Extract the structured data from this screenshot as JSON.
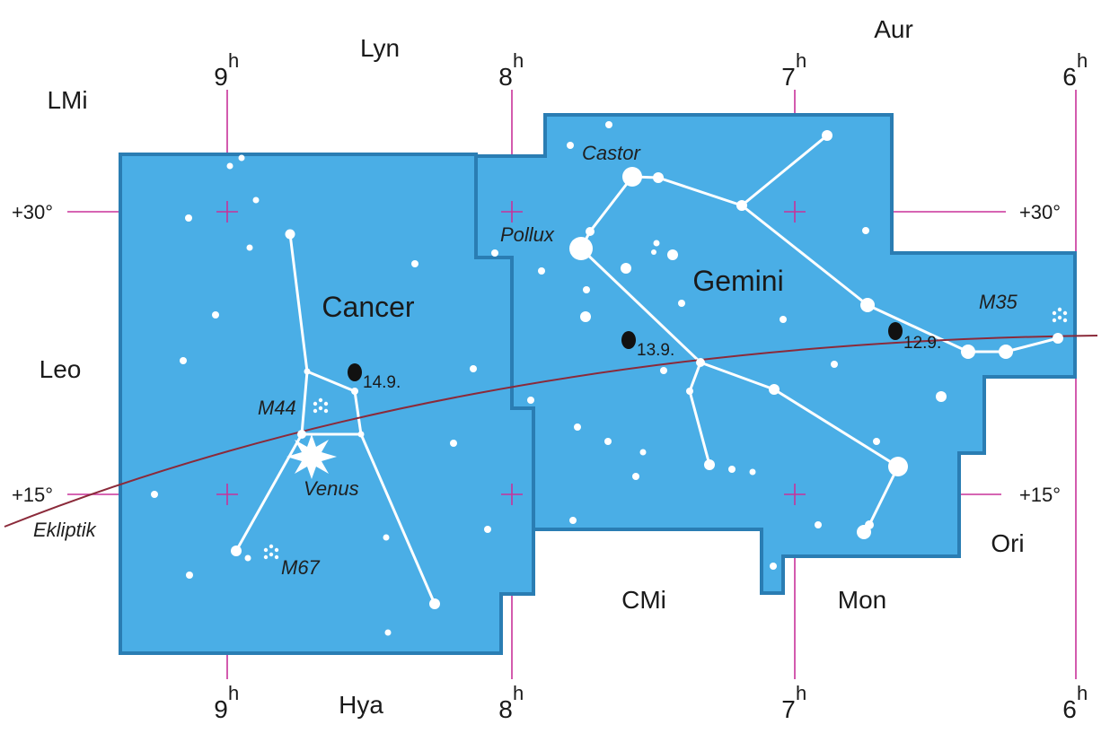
{
  "constellations": {
    "cancer": "Cancer",
    "gemini": "Gemini"
  },
  "neighbors": {
    "lyn": "Lyn",
    "aur": "Aur",
    "lmi": "LMi",
    "leo": "Leo",
    "hya": "Hya",
    "cmi": "CMi",
    "mon": "Mon",
    "ori": "Ori"
  },
  "objects": {
    "castor": "Castor",
    "pollux": "Pollux",
    "m44": "M44",
    "m67": "M67",
    "m35": "M35",
    "venus": "Venus",
    "ecliptic": "Ekliptik"
  },
  "ra_labels": {
    "h9": "9",
    "h8": "8",
    "h7": "7",
    "h6": "6",
    "unit": "h"
  },
  "dec_labels": {
    "plus30": "+30°",
    "plus15": "+15°"
  },
  "moon_dates": {
    "d12": "12.9.",
    "d13": "13.9.",
    "d14": "14.9."
  },
  "colors": {
    "region": "#4aaee6",
    "border": "#2a7db3",
    "grid": "#c8329a",
    "ecliptic": "#8b2a3a",
    "stars": "#ffffff",
    "moon": "#111111"
  }
}
